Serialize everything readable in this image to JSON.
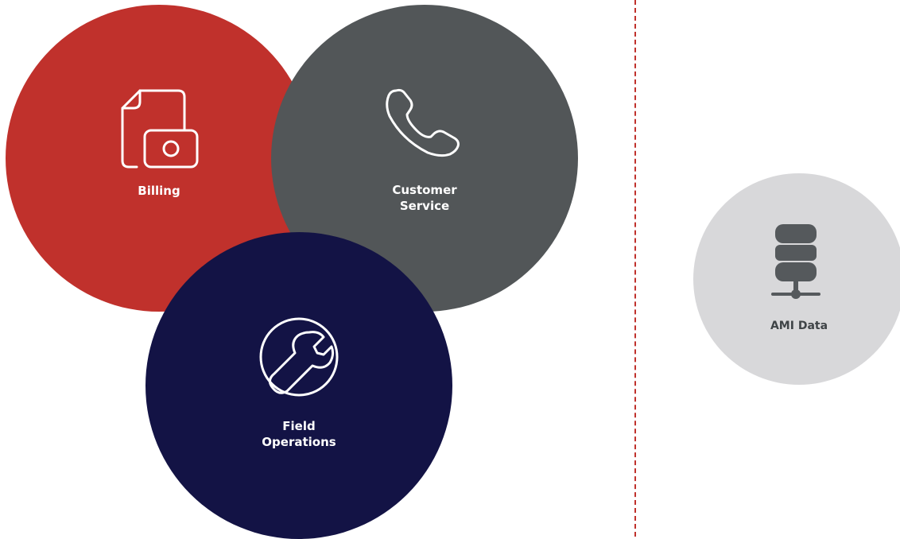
{
  "colors": {
    "billing": "#c0312c",
    "customer_service": "#525658",
    "field_operations": "#131345",
    "ami": "#d8d8da",
    "divider": "#c0312c",
    "label_light": "#ffffff",
    "label_dark": "#3f4447",
    "icon_ami": "#55595c"
  },
  "nodes": {
    "billing": {
      "label": "Billing",
      "icon": "document-camera-icon"
    },
    "customer_service": {
      "label": "Customer\nService",
      "icon": "phone-icon"
    },
    "field_operations": {
      "label": "Field\nOperations",
      "icon": "wrench-icon"
    },
    "ami": {
      "label": "AMI Data",
      "icon": "database-server-icon"
    }
  }
}
